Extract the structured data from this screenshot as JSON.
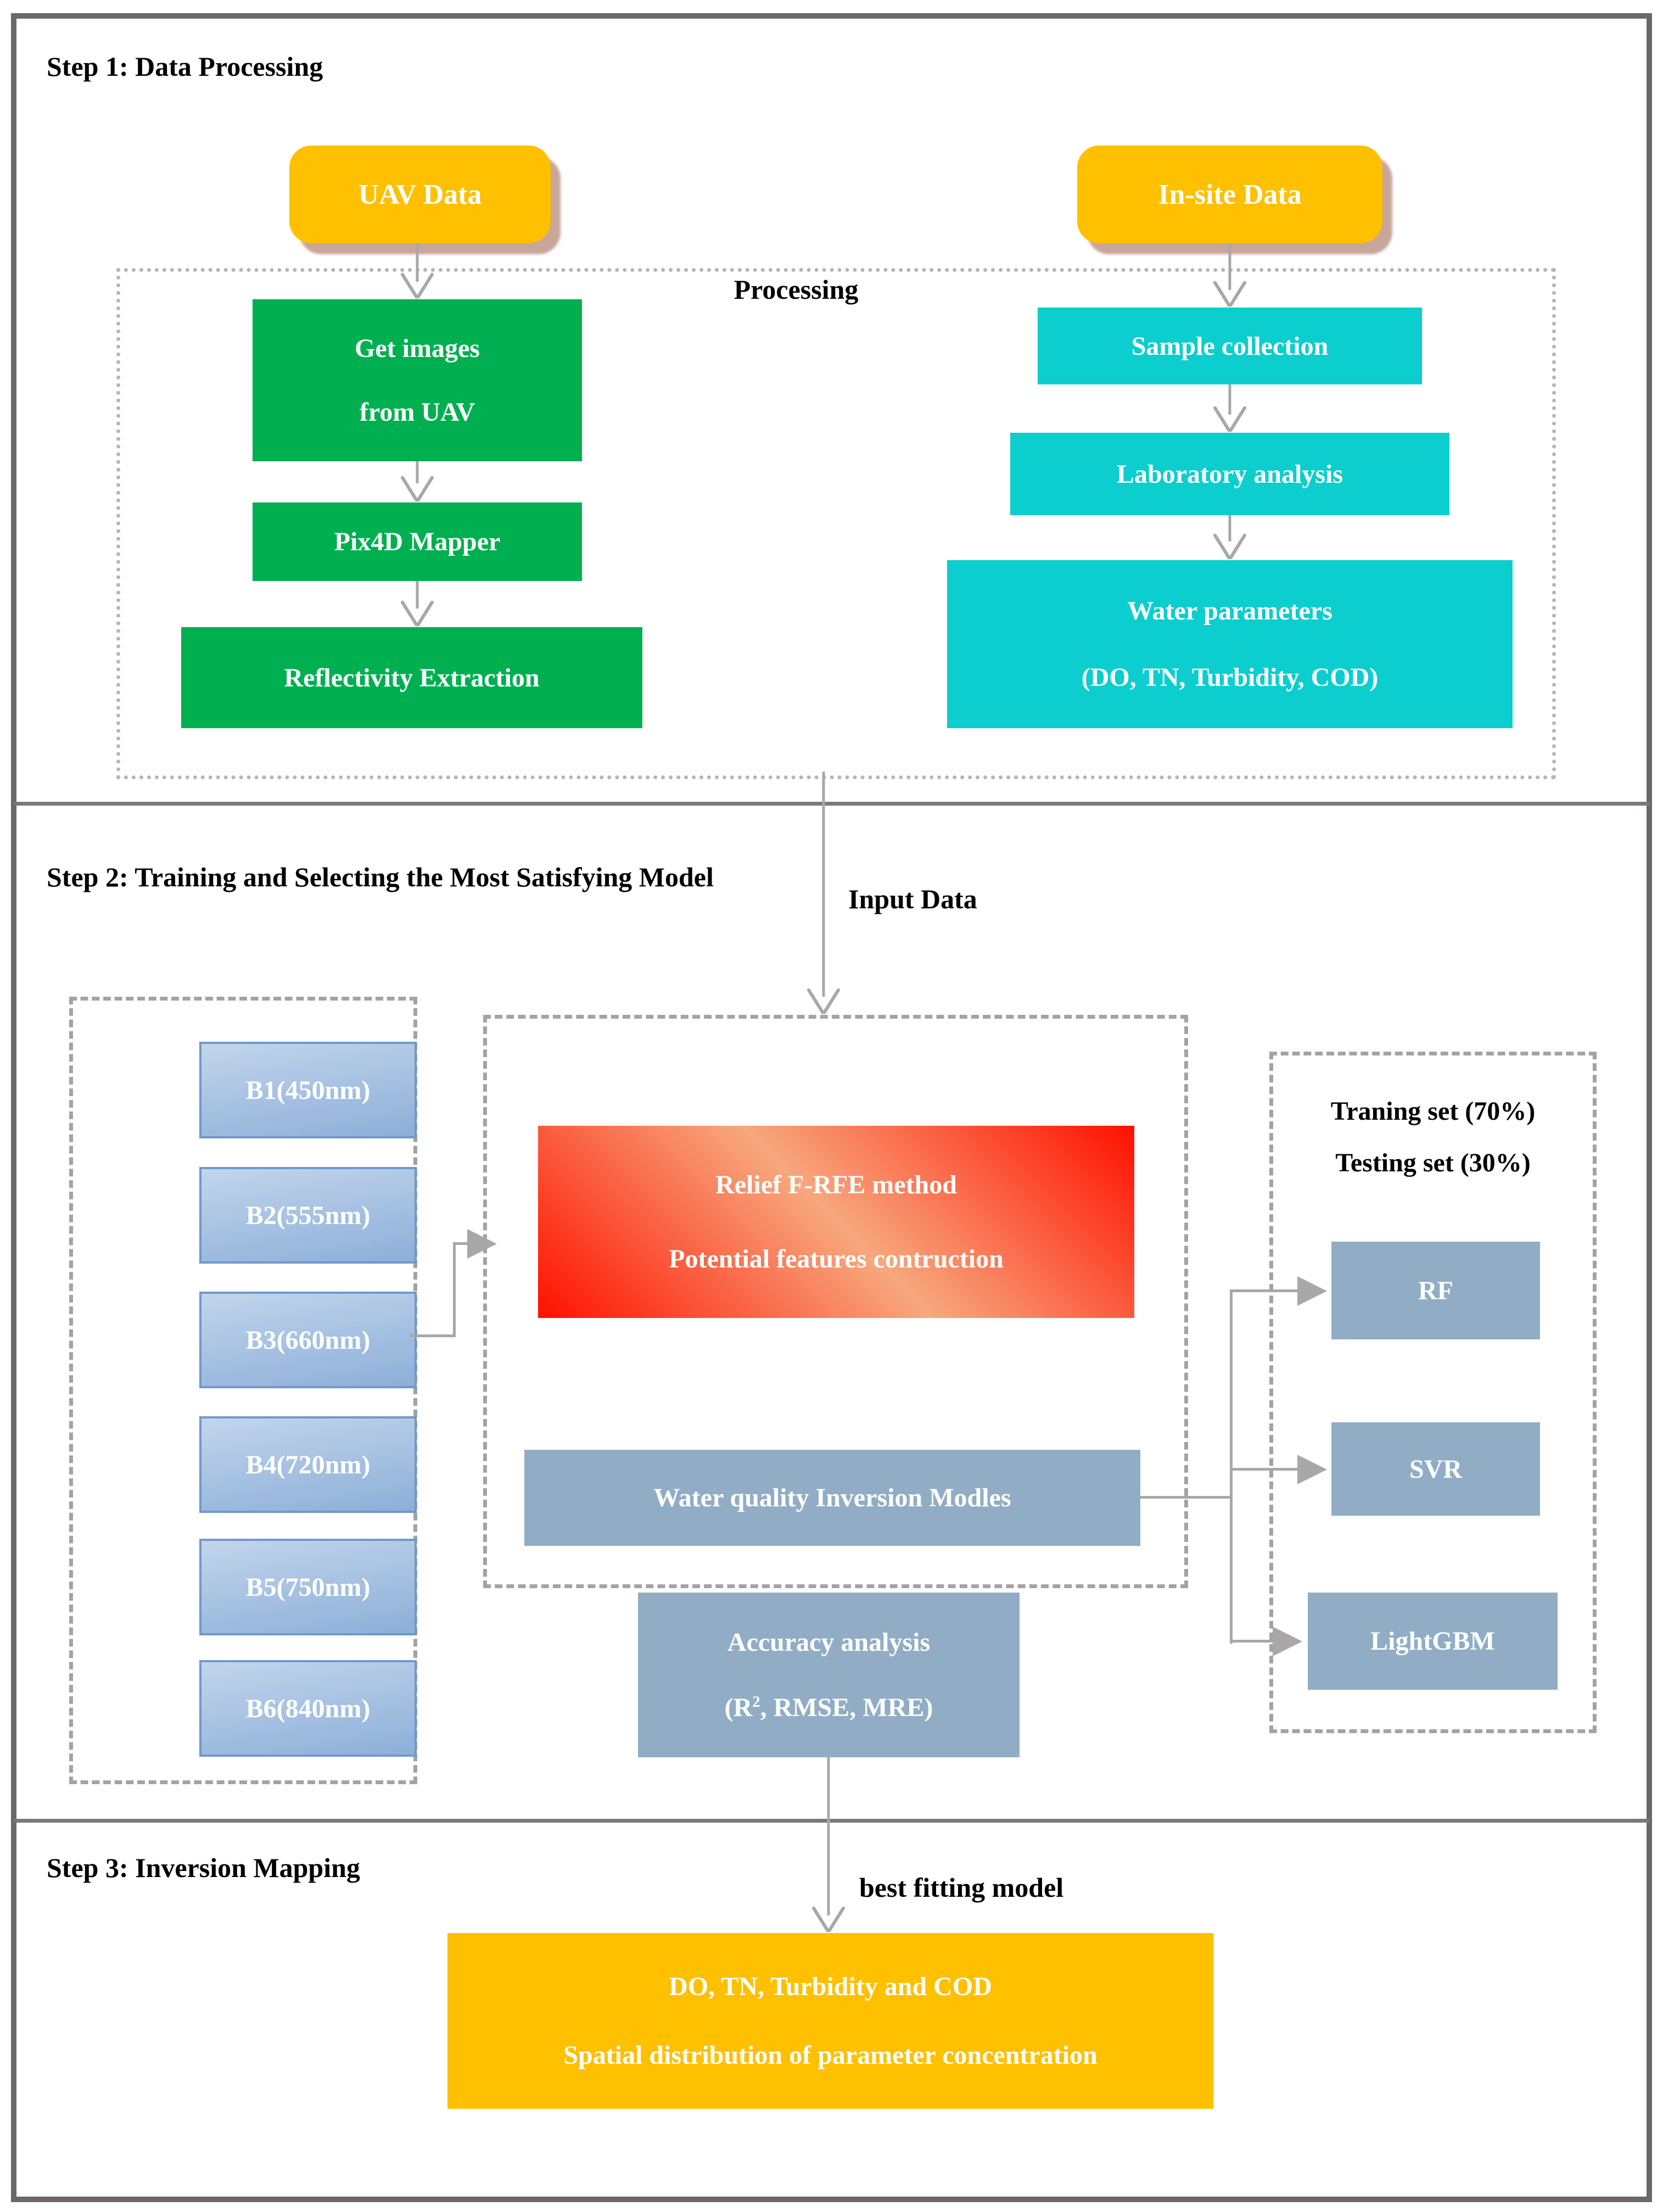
{
  "colors": {
    "orange": "#FFC000",
    "green": "#00B050",
    "cyan": "#0CCECE",
    "bluegray": "#91ADC6",
    "band_light": "#C2D5EC",
    "band_dark": "#8CAFD8",
    "band_border": "#7099C9",
    "red_deep": "#FF1000",
    "red_light": "#F7A87E",
    "line_gray": "#A9A7A7",
    "border_dot": "#B7B4B4",
    "border_dash": "#A3A3A3",
    "frame_gray": "#6D6868",
    "divider_gray": "#7C7878",
    "shadow_tan": "#C9A69A"
  },
  "step1": {
    "title": "Step 1: Data Processing",
    "uav_box": "UAV Data",
    "insite_box": "In-site Data",
    "processing_label": "Processing",
    "get_images_line1": "Get images",
    "get_images_line2": "from UAV",
    "pix4d_box": "Pix4D Mapper",
    "reflectivity_box": "Reflectivity Extraction",
    "sample_box": "Sample collection",
    "lab_box": "Laboratory analysis",
    "water_line1": "Water parameters",
    "water_line2": "(DO, TN, Turbidity, COD)"
  },
  "step2": {
    "title": "Step 2: Training and Selecting the Most Satisfying Model",
    "input_data_label": "Input Data",
    "bands": [
      "B1(450nm)",
      "B2(555nm)",
      "B3(660nm)",
      "B4(720nm)",
      "B5(750nm)",
      "B6(840nm)"
    ],
    "relief_line1": "Relief F-RFE method",
    "relief_line2": "Potential features contruction",
    "inversion_box": "Water quality Inversion Modles",
    "split_line1": "Traning set (70%)",
    "split_line2": "Testing set (30%)",
    "models": [
      "RF",
      "SVR",
      "LightGBM"
    ],
    "accuracy_line1": "Accuracy analysis",
    "accuracy_line2_prefix": "(R",
    "accuracy_line2_sup": "2",
    "accuracy_line2_suffix": ", RMSE, MRE)"
  },
  "step3": {
    "title": "Step 3: Inversion Mapping",
    "best_fit_label": "best fitting model",
    "result_line1": "DO, TN, Turbidity and COD",
    "result_line2": "Spatial distribution of parameter concentration"
  }
}
